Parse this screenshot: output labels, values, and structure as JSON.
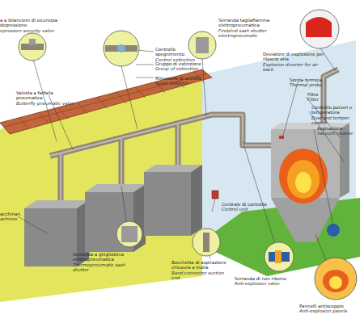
{
  "diagram": {
    "labels": [
      "a a bilanciere di sicurezza",
      "depressione",
      "epression security valve",
      "Serranda tagliafiamma elettropneumatica",
      "Fireblind sash shutter electropneumatic",
      "Controllo spegnimento",
      "Control extinction",
      "Gruppo di estinzione",
      "Group of extinction",
      "Rilevatore di scintille",
      "Spark detector",
      "Valvola a farfalla pneumatica",
      "Butterfly pneumatic valve",
      "Deviatore di esplosione per rilascio aria",
      "Explosion diverter for air back",
      "Sonda termica",
      "Thermal probe",
      "Filtro",
      "Filter",
      "Controllo polveri e temperatura",
      "Dust and temper. control",
      "Aspirazione",
      "Vacuum cleaner",
      "Centrale di controllo",
      "Control unit",
      "acchinari",
      "achines",
      "Serranda a ghigliottina elettropneumatica",
      "Thermopneumatic sash shutter",
      "Bocchetta di aspirazione chiusura a molla",
      "Band connector suction end",
      "Serranda di non ritorno",
      "Anti-explosion valve",
      "Pannelli antiscoppio",
      "Anti-explosion panels"
    ]
  }
}
